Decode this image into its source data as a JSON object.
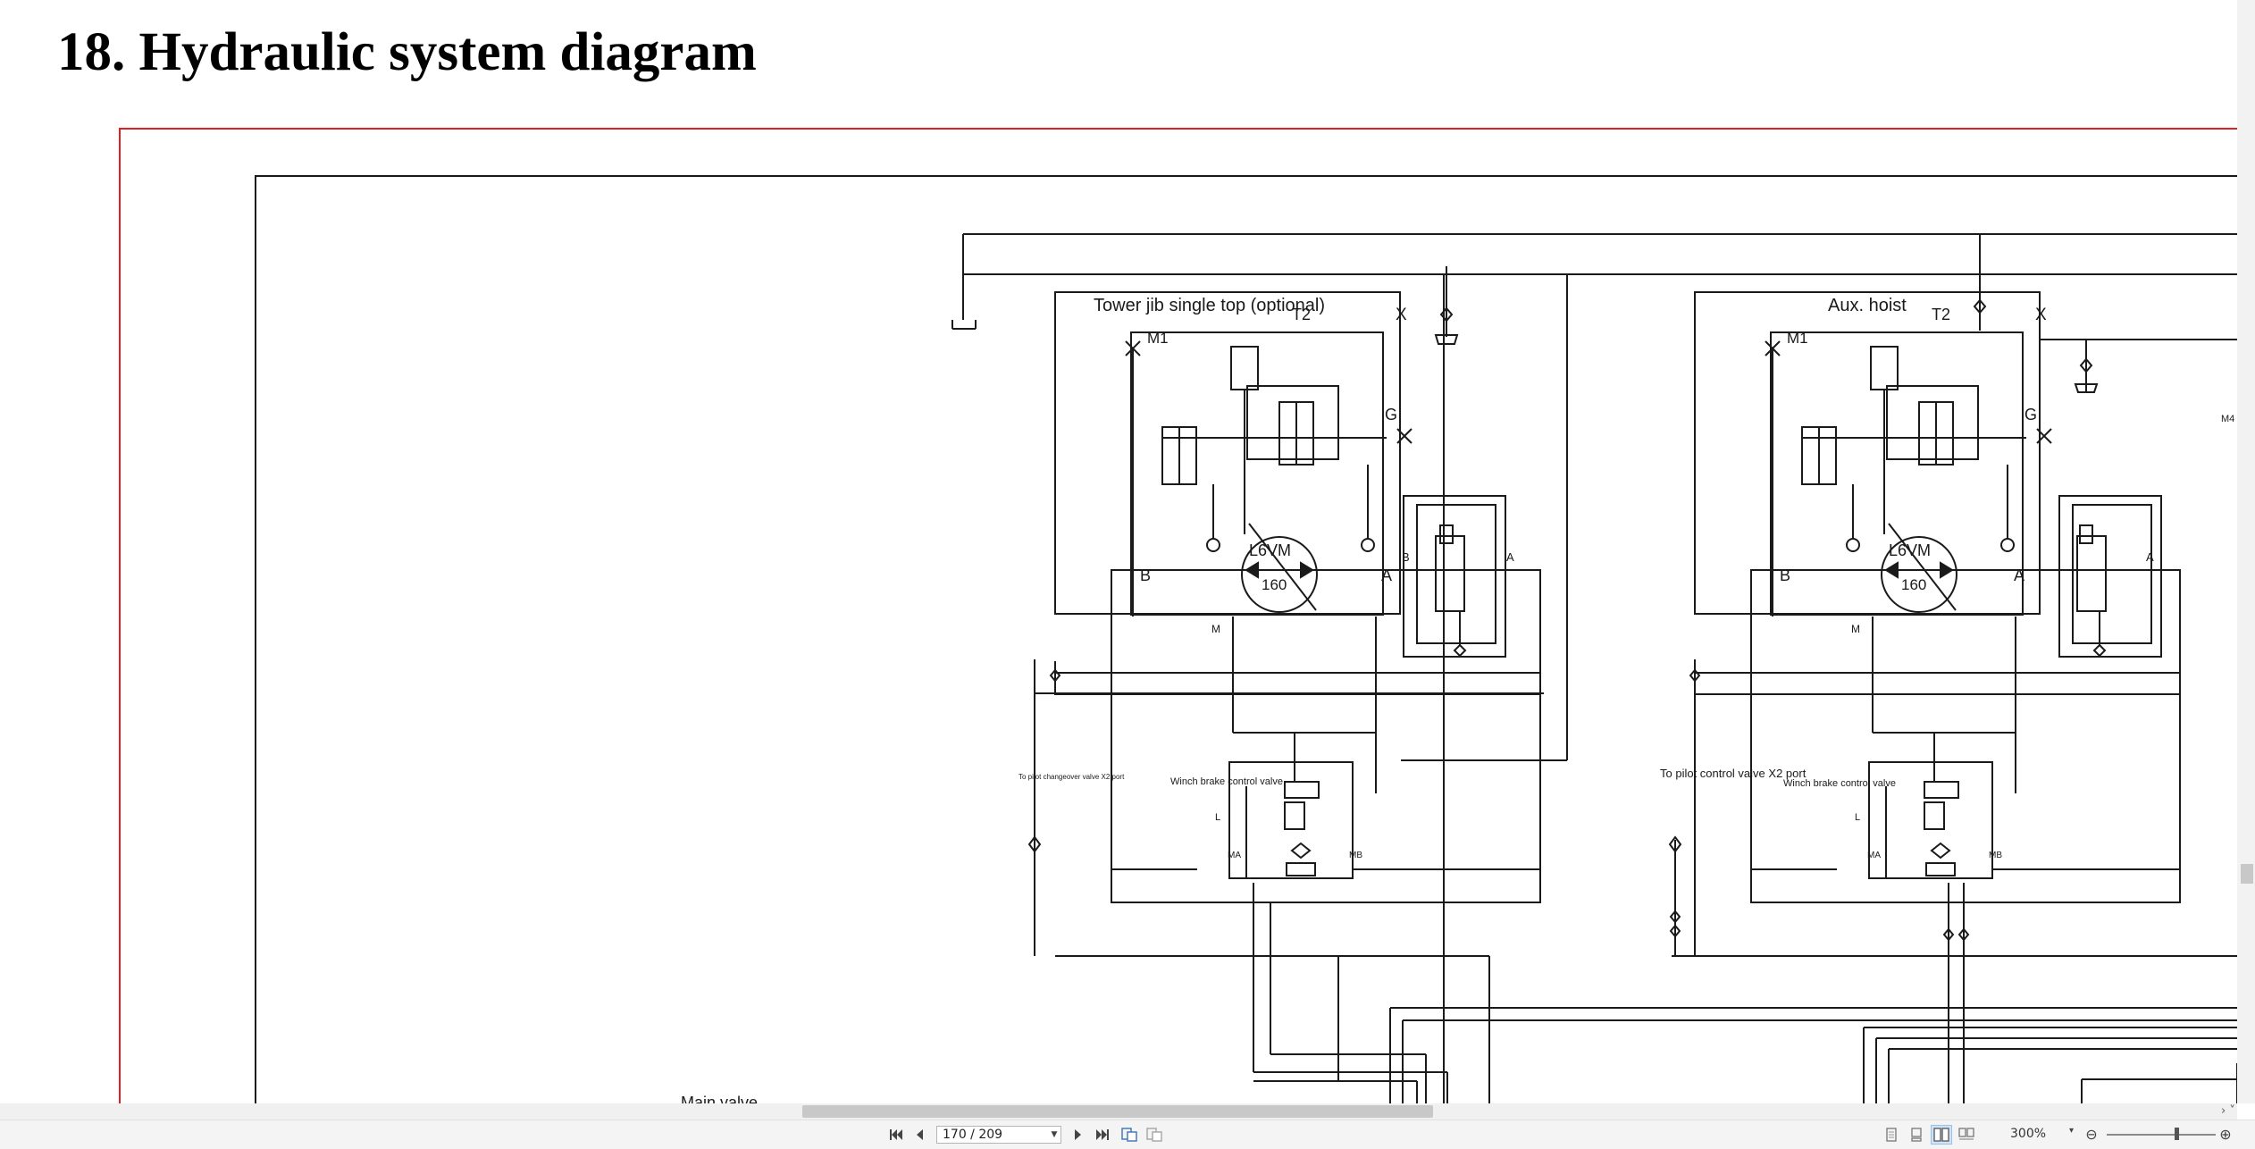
{
  "document": {
    "title": "18. Hydraulic system diagram",
    "labels": {
      "tower_jib": "Tower jib single top (optional)",
      "aux_hoist": "Aux. hoist",
      "port_x": "X",
      "port_t2": "T2",
      "port_m1": "M1",
      "port_g": "G",
      "port_a": "A",
      "port_b": "B",
      "port_m": "M",
      "port_l": "L",
      "port_ma": "MA",
      "port_mb": "MB",
      "port_m4": "M4",
      "motor_type": "L6VM",
      "motor_size": "160",
      "winch_brake": "Winch brake control valve",
      "pilot_changeover": "To pilot changeover valve X2 port",
      "pilot_control": "To pilot control valve X2 port",
      "main_valve": "Main valve"
    }
  },
  "navigation": {
    "page_display": "170 / 209",
    "first_icon": "first-page-icon",
    "prev_icon": "prev-page-icon",
    "next_icon": "next-page-icon",
    "last_icon": "last-page-icon"
  },
  "view": {
    "zoom": "300%",
    "active_mode": "two-page"
  },
  "colors": {
    "page_border": "#e02020",
    "line": "#1a1a1a",
    "statusbar": "#f4f4f4",
    "scrollbar_thumb": "#c8c8c8"
  }
}
